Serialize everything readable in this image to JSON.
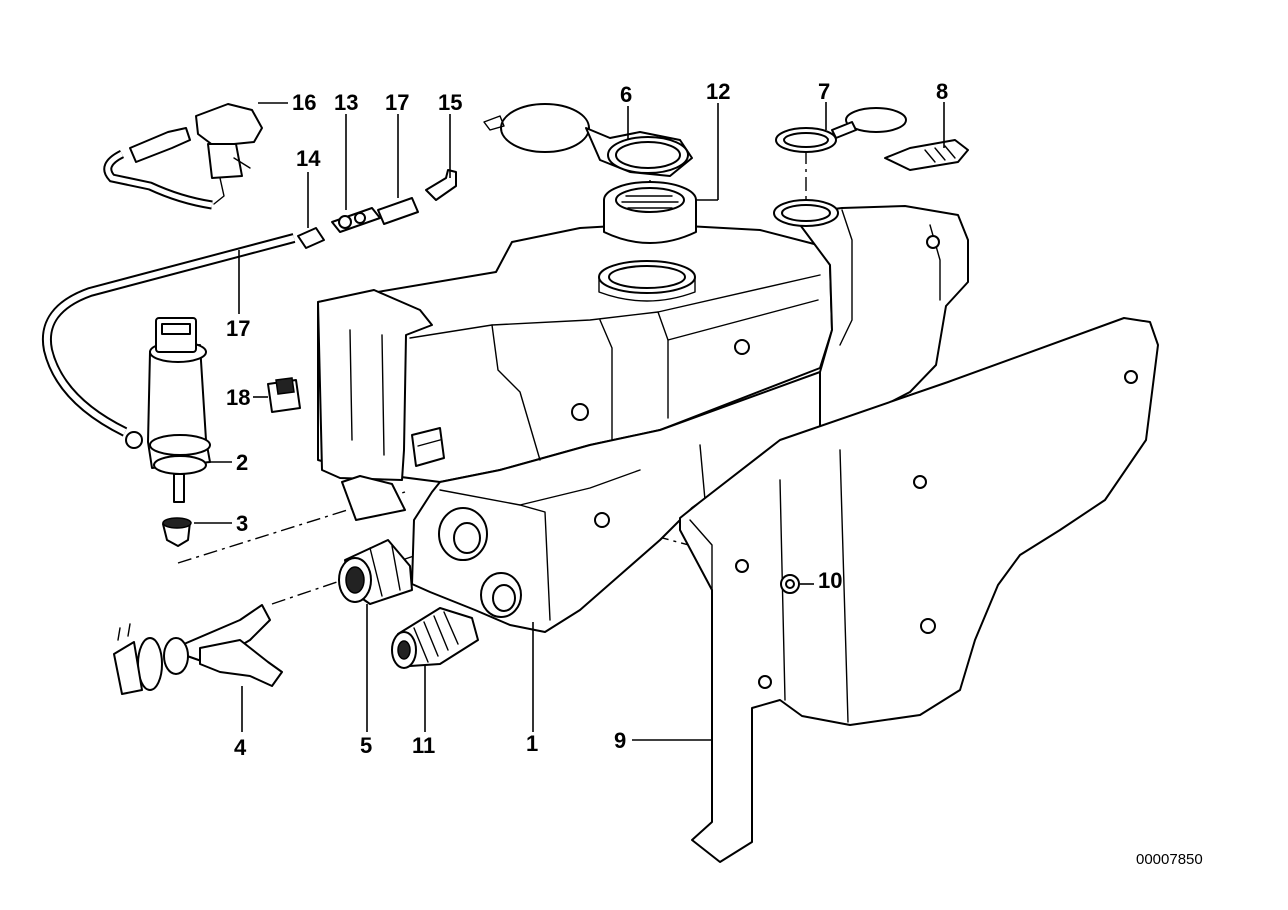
{
  "diagram": {
    "labels": [
      "16",
      "13",
      "17",
      "15",
      "14",
      "17",
      "18",
      "2",
      "3",
      "4",
      "5",
      "11",
      "1",
      "9",
      "6",
      "12",
      "7",
      "8",
      "10"
    ],
    "document_number": "00007850"
  }
}
